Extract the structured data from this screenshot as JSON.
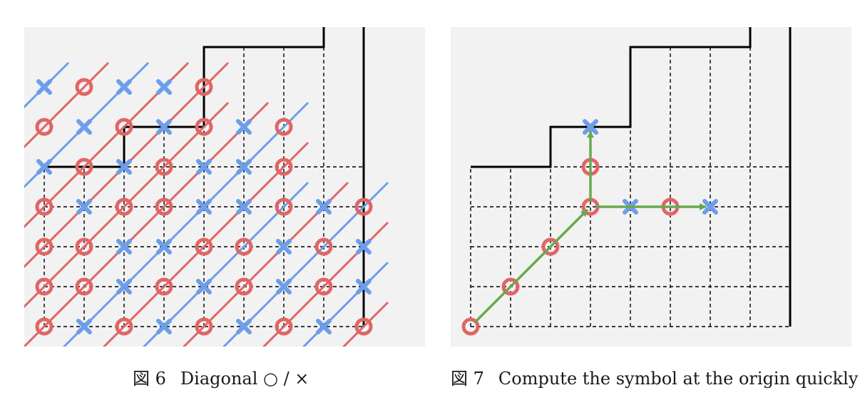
{
  "colors": {
    "o_mark": "#e06666",
    "x_mark": "#6d9eeb",
    "arrow": "#6aa84f",
    "boundary": "#000000",
    "panel_bg": "#f2f2f2"
  },
  "grid": {
    "columns": [
      4,
      4,
      5,
      5,
      7,
      7,
      7,
      9,
      9
    ],
    "left_row_symbols": [
      [
        "O",
        "X",
        "O",
        "X",
        "O",
        "X",
        "O",
        "X",
        "O"
      ],
      [
        "O",
        "O",
        "X",
        "O",
        "X",
        "O",
        "X",
        "O",
        "X"
      ],
      [
        "O",
        "O",
        "X",
        "X",
        "O",
        "O",
        "X",
        "O",
        "X"
      ],
      [
        "O",
        "X",
        "O",
        "O",
        "X",
        "X",
        "O",
        "X",
        "O"
      ],
      [
        "X",
        "O",
        "X",
        "O",
        "X",
        "X",
        "O"
      ],
      [
        "O",
        "X",
        "O",
        "X",
        "O",
        "X",
        "O"
      ],
      [
        "X",
        "O",
        "X",
        "X",
        "O"
      ]
    ],
    "right_symbols": [
      {
        "x": 0,
        "y": 0,
        "s": "O"
      },
      {
        "x": 1,
        "y": 1,
        "s": "O"
      },
      {
        "x": 2,
        "y": 2,
        "s": "O"
      },
      {
        "x": 3,
        "y": 3,
        "s": "O"
      },
      {
        "x": 4,
        "y": 3,
        "s": "X"
      },
      {
        "x": 5,
        "y": 3,
        "s": "O"
      },
      {
        "x": 6,
        "y": 3,
        "s": "X"
      },
      {
        "x": 3,
        "y": 4,
        "s": "O"
      },
      {
        "x": 3,
        "y": 5,
        "s": "X"
      }
    ],
    "right_arrows": [
      {
        "from": [
          0,
          0
        ],
        "to": [
          3,
          3
        ]
      },
      {
        "from": [
          3,
          3
        ],
        "to": [
          6,
          3
        ]
      },
      {
        "from": [
          3,
          3
        ],
        "to": [
          3,
          5
        ]
      }
    ]
  },
  "captions": {
    "left_num": "図 6",
    "left_text": "Diagonal ○ / ×",
    "right_num": "図 7",
    "right_text": "Compute the symbol at the origin quickly"
  }
}
